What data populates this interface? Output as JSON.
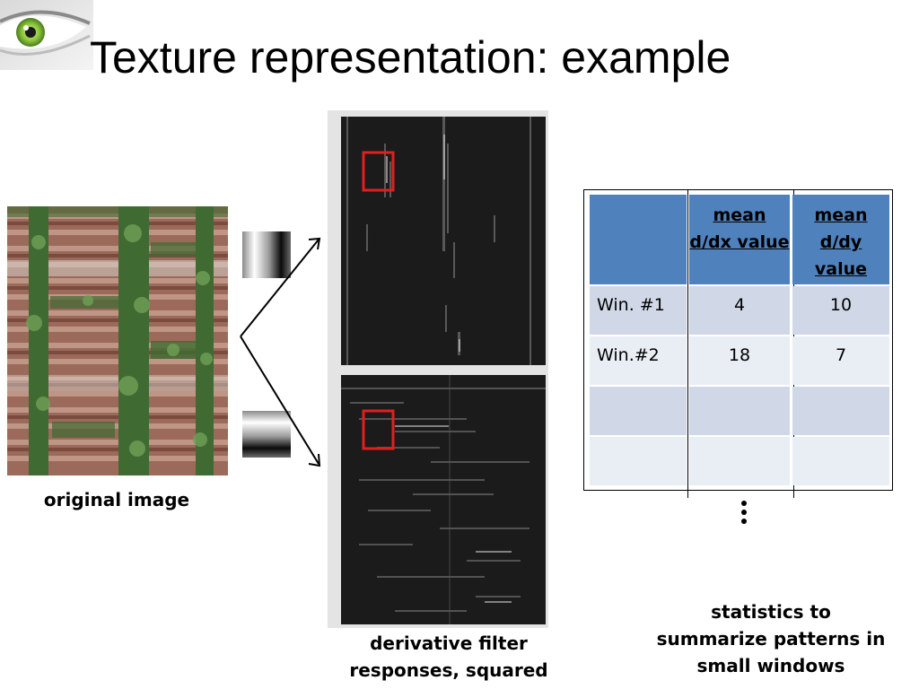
{
  "title": "Texture representation: example",
  "captions": {
    "original": "original image",
    "responses": "derivative filter responses, squared",
    "statistics": "statistics to summarize patterns in small windows"
  },
  "table": {
    "headers": [
      "",
      "mean d/dx value",
      "mean d/dy value"
    ],
    "rows": [
      [
        "Win. #1",
        "4",
        "10"
      ],
      [
        "Win.#2",
        "18",
        "7"
      ],
      [
        "",
        "",
        ""
      ],
      [
        "",
        "",
        ""
      ]
    ]
  },
  "colors": {
    "header_blue": "#4f81bd",
    "row_light": "#d0d8e8",
    "row_lighter": "#e9edf4",
    "window_red": "#e41e1e"
  },
  "icons": [
    "eye-logo-icon",
    "vertical-ellipsis-icon"
  ]
}
